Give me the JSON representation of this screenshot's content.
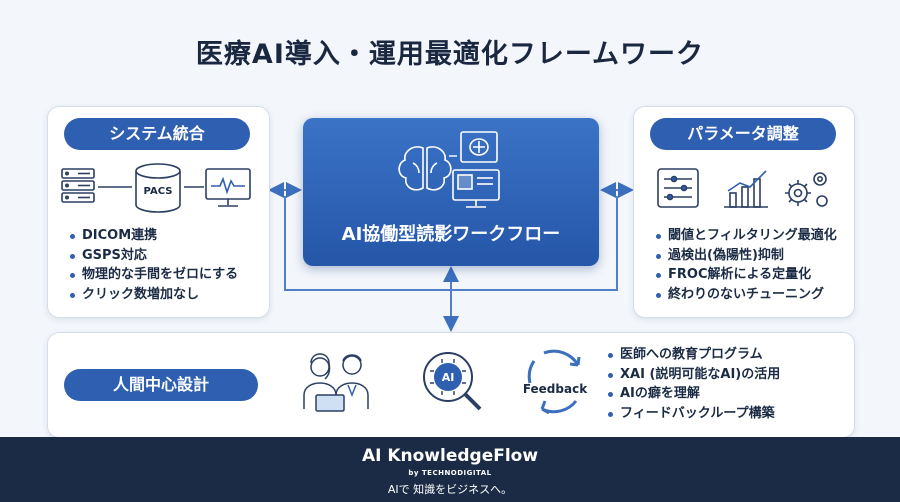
{
  "title": "医療AI導入・運用最適化フレームワーク",
  "left_panel": {
    "heading": "システム統合",
    "pacs_label": "PACS",
    "bullets": [
      "DICOM連携",
      "GSPS対応",
      "物理的な手間をゼロにする",
      "クリック数増加なし"
    ]
  },
  "center_panel": {
    "label": "AI協働型読影ワークフロー"
  },
  "right_panel": {
    "heading": "パラメータ調整",
    "bullets": [
      "閾値とフィルタリング最適化",
      "過検出(偽陽性)抑制",
      "FROC解析による定量化",
      "終わりのないチューニング"
    ]
  },
  "bottom_panel": {
    "heading": "人間中心設計",
    "ai_badge": "AI",
    "feedback_label": "Feedback",
    "bullets": [
      "医師への教育プログラム",
      "XAI (説明可能なAI)の活用",
      "AIの癖を理解",
      "フィードバックループ構築"
    ]
  },
  "footer": {
    "brand": "AI KnowledgeFlow",
    "byline": "by TECHNODIGITAL",
    "tagline": "AIで 知識をビジネスへ。"
  },
  "colors": {
    "accent": "#2f5fb0",
    "footer_bg": "#1b2b45",
    "background": "#f3f6fa"
  }
}
